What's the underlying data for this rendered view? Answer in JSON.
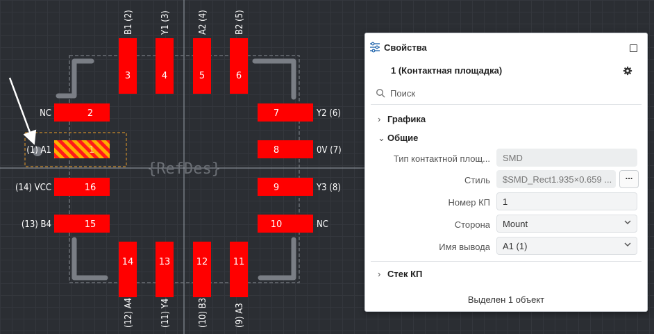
{
  "canvas": {
    "refdes": "{RefDes}",
    "pads": [
      {
        "num": "1",
        "label": "(1) A1"
      },
      {
        "num": "2",
        "label": "NC"
      },
      {
        "num": "16",
        "label": "(14) VCC"
      },
      {
        "num": "15",
        "label": "(13) B4"
      },
      {
        "num": "3",
        "label": "B1 (2)"
      },
      {
        "num": "4",
        "label": "Y1 (3)"
      },
      {
        "num": "5",
        "label": "A2 (4)"
      },
      {
        "num": "6",
        "label": "B2 (5)"
      },
      {
        "num": "7",
        "label": "Y2 (6)"
      },
      {
        "num": "8",
        "label": "0V (7)"
      },
      {
        "num": "9",
        "label": "Y3 (8)"
      },
      {
        "num": "10",
        "label": "NC"
      },
      {
        "num": "14",
        "label": "(12) A4"
      },
      {
        "num": "13",
        "label": "(11) Y4"
      },
      {
        "num": "12",
        "label": "(10) B3"
      },
      {
        "num": "11",
        "label": "(9) A3"
      }
    ]
  },
  "panel": {
    "title": "Свойства",
    "subtitle": "1 (Контактная площадка)",
    "search_placeholder": "Поиск",
    "sections": {
      "graphics": "Графика",
      "general": "Общие",
      "stack": "Стек КП"
    },
    "fields": {
      "pad_type_label": "Тип контактной площ...",
      "pad_type_value": "SMD",
      "style_label": "Стиль",
      "style_value": "$SMD_Rect1.935×0.659 ...",
      "more_button": "...",
      "pad_number_label": "Номер КП",
      "pad_number_value": "1",
      "side_label": "Сторона",
      "side_value": "Mount",
      "pin_name_label": "Имя вывода",
      "pin_name_value": "A1 (1)"
    },
    "status": "Выделен 1 объект"
  },
  "colors": {
    "pad_red": "#ff0000",
    "accent_teal": "#0e7c7b",
    "outline_gray": "#6b6f75"
  }
}
